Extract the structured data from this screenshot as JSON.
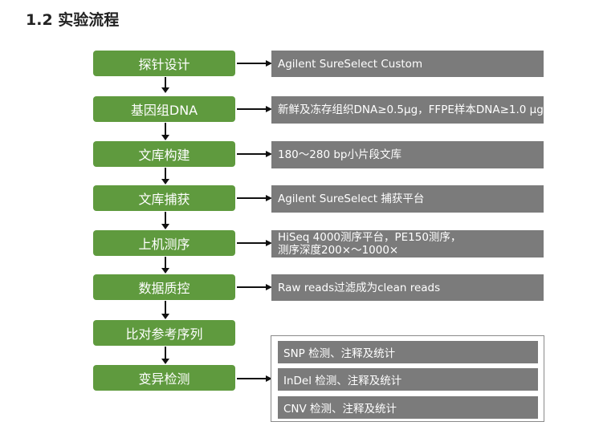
{
  "title": "1.2 实验流程",
  "steps": [
    "探针设计",
    "基因组DNA",
    "文库构建",
    "文库捕获",
    "上机测序",
    "数据质控",
    "比对参考序列",
    "变异检测"
  ],
  "notes": {
    "probe": "Agilent SureSelect Custom",
    "dna": "新鲜及冻存组织DNA≥0.5μg，FFPE样本DNA≥1.0 μg",
    "library": "180～280 bp小片段文库",
    "capture": "Agilent SureSelect 捕获平台",
    "sequencing_line1": "HiSeq 4000测序平台，PE150测序，",
    "sequencing_line2": "测序深度200×～1000×",
    "qc": "Raw reads过滤成为clean reads"
  },
  "variant_items": [
    "SNP 检测、注释及统计",
    "InDel 检测、注释及统计",
    "CNV 检测、注释及统计"
  ],
  "colors": {
    "step_green": "#5f9a3e",
    "note_gray": "#7b7b7b",
    "arrow": "#111111"
  }
}
